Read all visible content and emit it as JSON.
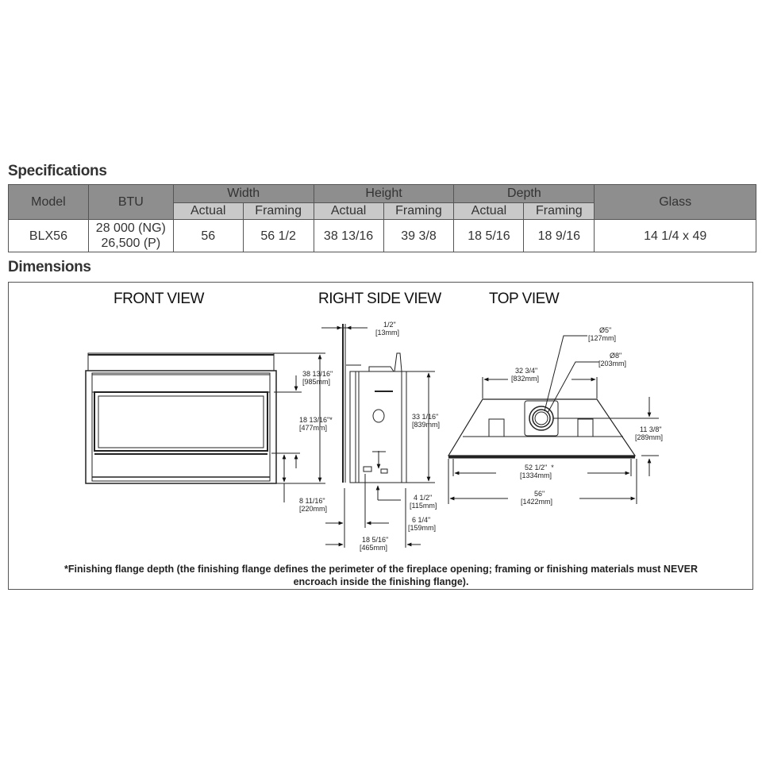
{
  "specifications": {
    "title": "Specifications",
    "headers": {
      "model": "Model",
      "btu": "BTU",
      "width": "Width",
      "height": "Height",
      "depth": "Depth",
      "glass": "Glass",
      "actual": "Actual",
      "framing": "Framing"
    },
    "row": {
      "model": "BLX56",
      "btu_ng": "28 000 (NG)",
      "btu_p": "26,500 (P)",
      "width_actual": "56",
      "width_framing": "56 1/2",
      "height_actual": "38 13/16",
      "height_framing": "39 3/8",
      "depth_actual": "18 5/16",
      "depth_framing": "18 9/16",
      "glass": "14 1/4 x 49"
    }
  },
  "dimensions": {
    "title": "Dimensions",
    "views": {
      "front": "FRONT VIEW",
      "side": "RIGHT SIDE VIEW",
      "top": "TOP VIEW"
    },
    "front_labels": {
      "overall_height_in": "38 13/16\"",
      "overall_height_mm": "[985mm]",
      "opening_in": "18 13/16\"*",
      "opening_mm": "[477mm]",
      "base_in": "8 11/16\"",
      "base_mm": "[220mm]"
    },
    "side_labels": {
      "flange_in": "1/2\"",
      "flange_mm": "[13mm]",
      "body_height_in": "33 1/16\"",
      "body_height_mm": "[839mm]",
      "gas_height_in": "4 1/2\"",
      "gas_height_mm": "[115mm]",
      "gas_depth_in": "6 1/4\"",
      "gas_depth_mm": "[159mm]",
      "depth_in": "18 5/16\"",
      "depth_mm": "[465mm]"
    },
    "top_labels": {
      "inner_vent_in": "Ø5\"",
      "inner_vent_mm": "[127mm]",
      "outer_vent_in": "Ø8\"",
      "outer_vent_mm": "[203mm]",
      "back_width_in": "32 3/4\"",
      "back_width_mm": "[832mm]",
      "vent_offset_in": "11 3/8\"",
      "vent_offset_mm": "[289mm]",
      "opening_width_in": "52 1/2\"  *",
      "opening_width_mm": "[1334mm]",
      "overall_width_in": "56\"",
      "overall_width_mm": "[1422mm]"
    },
    "footnote_line1": "*Finishing flange depth (the finishing flange defines the perimeter of the fireplace opening; framing or finishing materials must NEVER",
    "footnote_line2": "encroach inside the finishing flange)."
  }
}
